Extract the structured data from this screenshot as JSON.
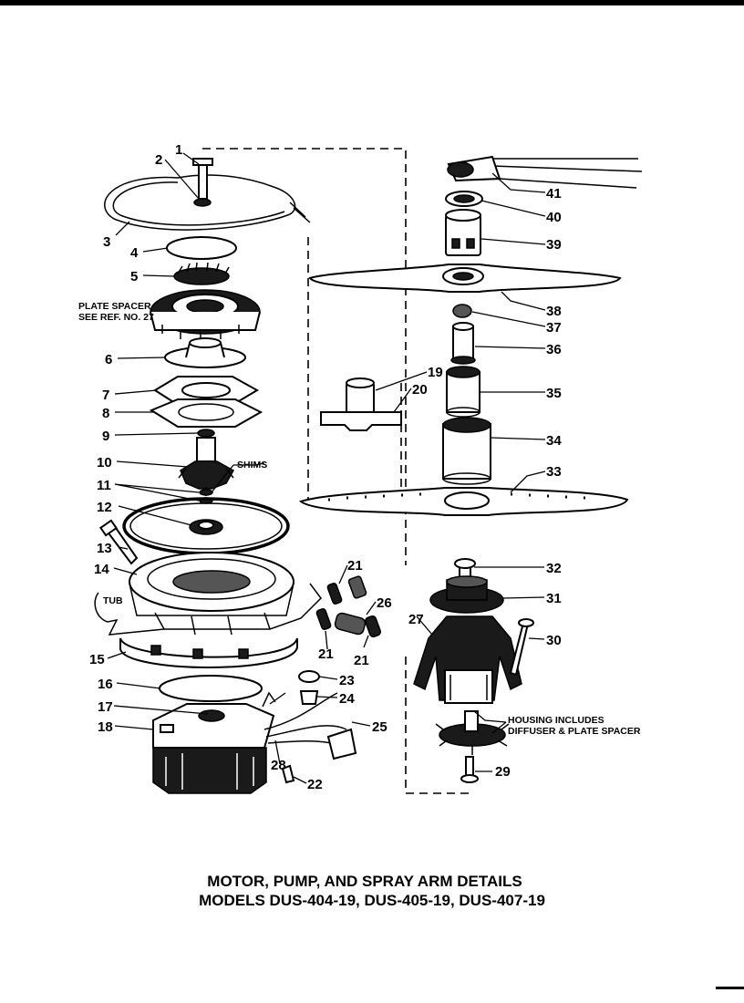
{
  "title_line1": "MOTOR, PUMP, AND SPRAY ARM DETAILS",
  "title_line2": "MODELS DUS-404-19, DUS-405-19, DUS-407-19",
  "notes": {
    "plate_spacer_1": "PLATE SPACER",
    "plate_spacer_2": "SEE REF. NO. 27",
    "shims": "SHIMS",
    "tub": "TUB",
    "housing_1": "HOUSING INCLUDES",
    "housing_2": "DIFFUSER & PLATE SPACER"
  },
  "callouts": [
    "1",
    "2",
    "3",
    "4",
    "5",
    "6",
    "7",
    "8",
    "9",
    "10",
    "11",
    "12",
    "13",
    "14",
    "15",
    "16",
    "17",
    "18",
    "19",
    "20",
    "21",
    "21",
    "21",
    "22",
    "23",
    "24",
    "25",
    "26",
    "27",
    "28",
    "29",
    "30",
    "31",
    "32",
    "33",
    "34",
    "35",
    "36",
    "37",
    "38",
    "39",
    "40",
    "41"
  ]
}
